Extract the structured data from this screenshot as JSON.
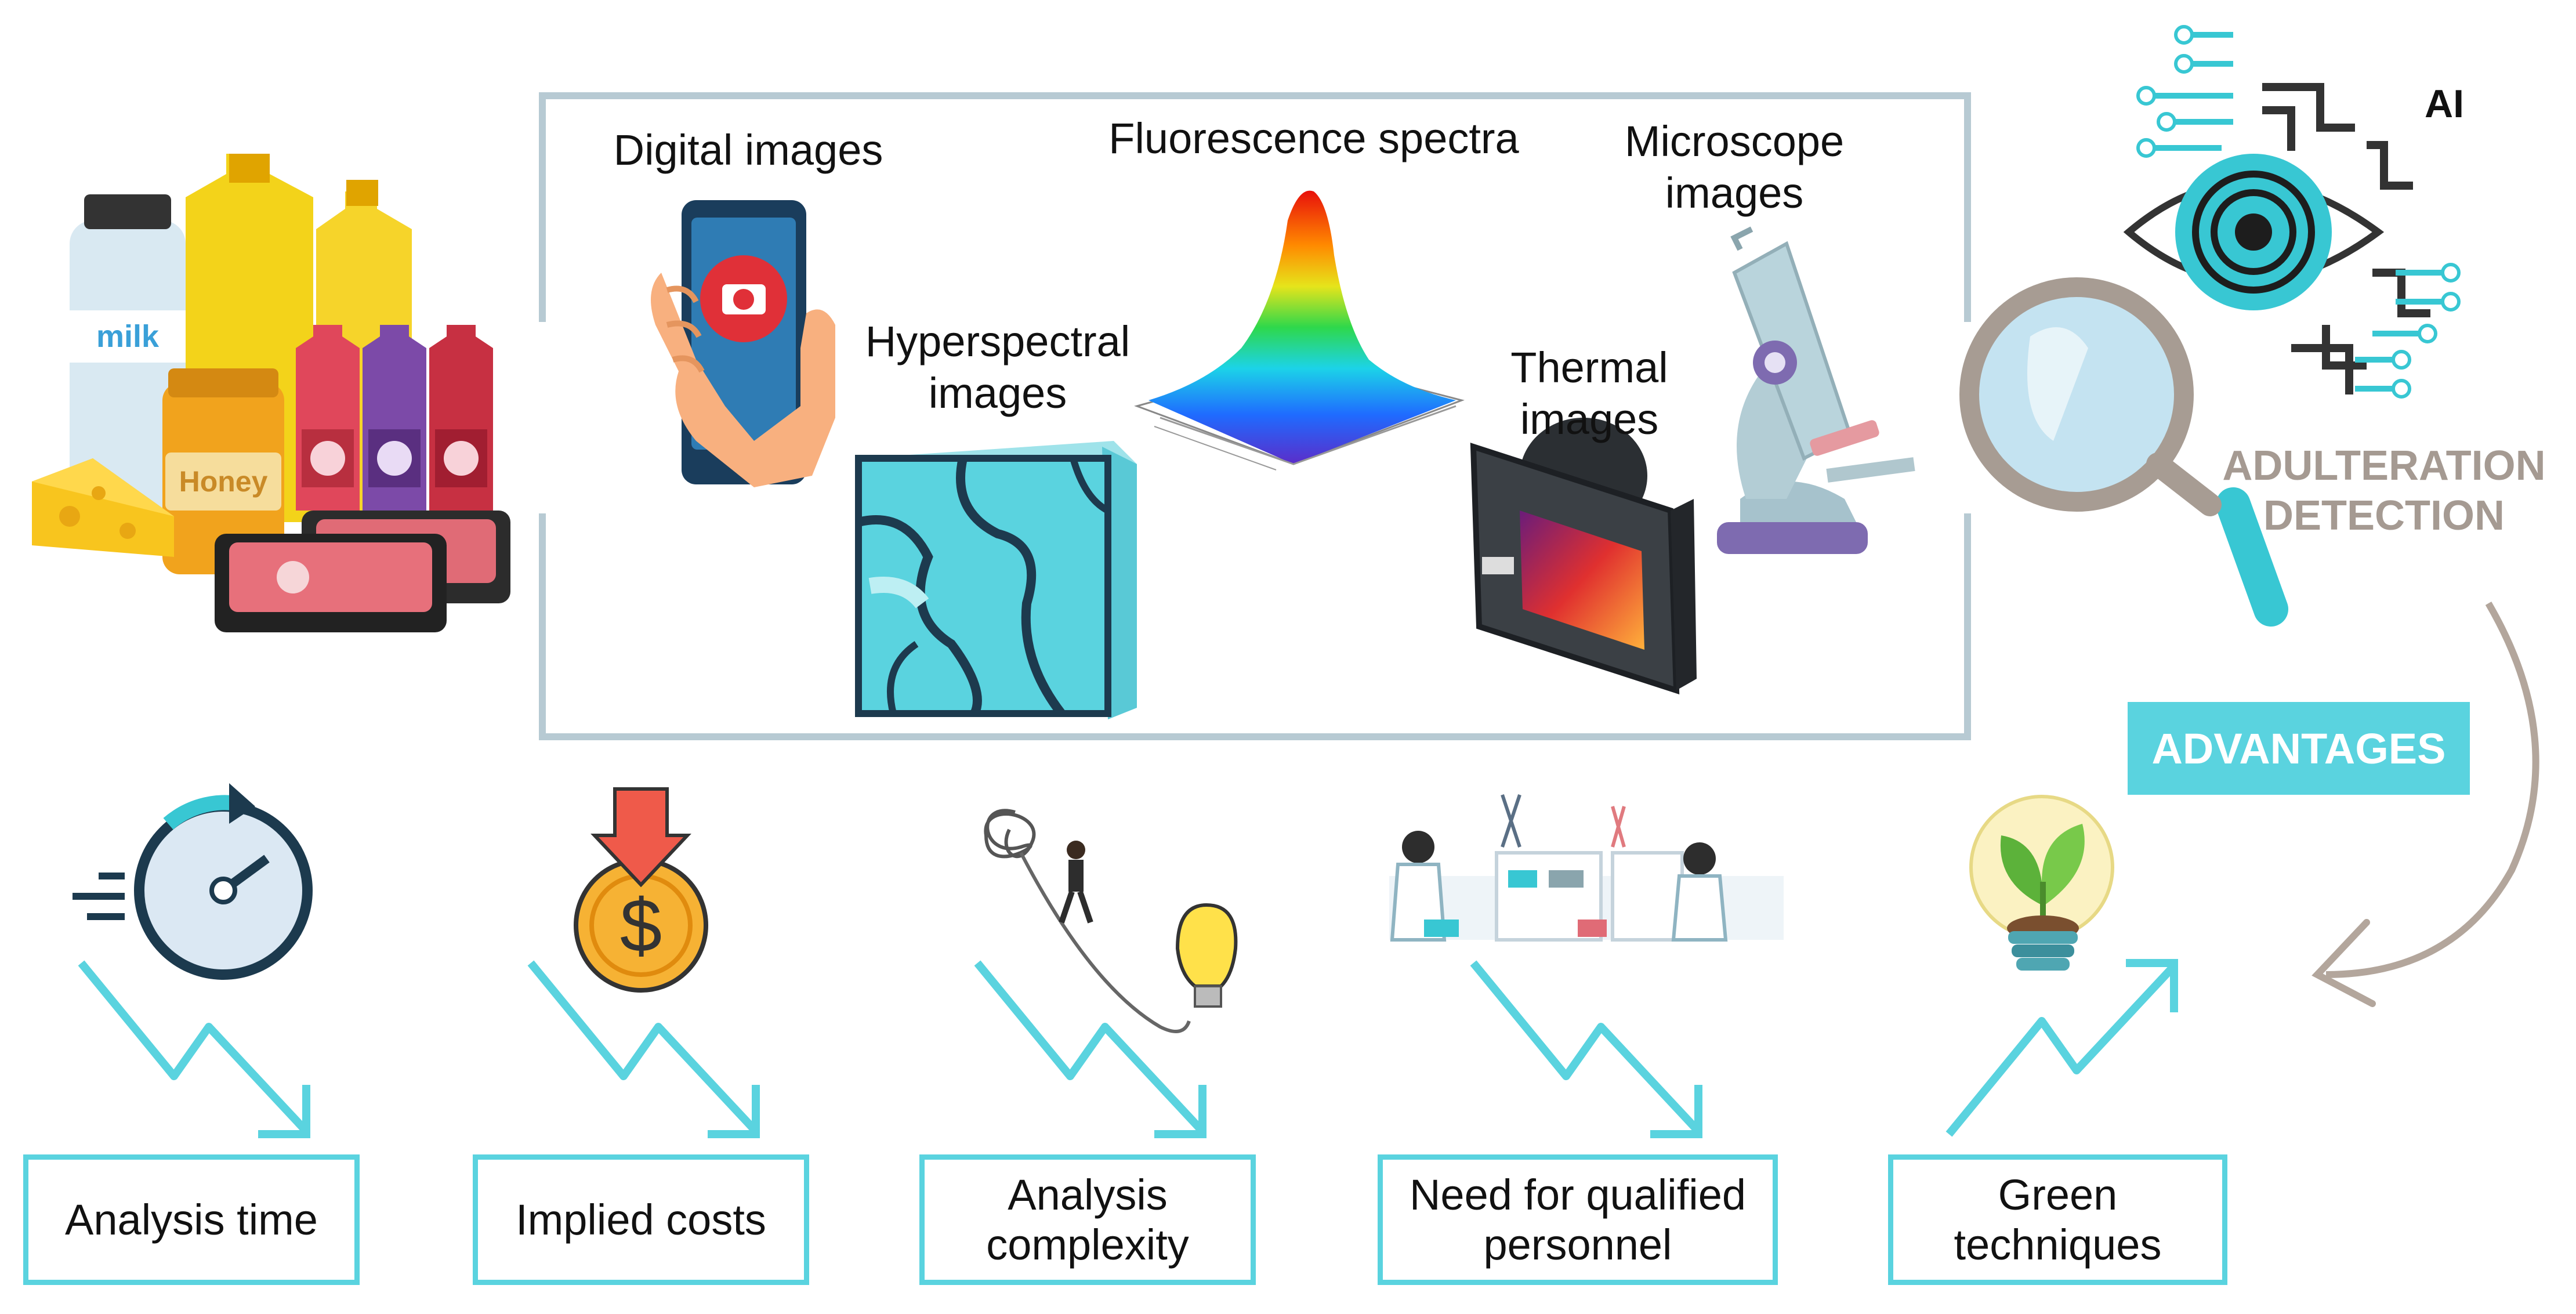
{
  "techniques": {
    "digital": "Digital images",
    "fluorescence": "Fluorescence spectra",
    "microscope": "Microscope\nimages",
    "hyperspectral": "Hyperspectral\nimages",
    "thermal": "Thermal\nimages"
  },
  "foods": {
    "milk": "milk",
    "honey": "Honey"
  },
  "ai": {
    "label": "AI",
    "detection": "ADULTERATION\nDETECTION",
    "advantages": "ADVANTAGES"
  },
  "outcomes": [
    {
      "label": "Analysis time",
      "trend": "down"
    },
    {
      "label": "Implied costs",
      "trend": "down"
    },
    {
      "label": "Analysis\ncomplexity",
      "trend": "down"
    },
    {
      "label": "Need for qualified\npersonnel",
      "trend": "down"
    },
    {
      "label": "Green\ntechniques",
      "trend": "up"
    }
  ],
  "colors": {
    "accent": "#5ad3df",
    "frame": "#b7cad3",
    "muted": "#a59a92"
  }
}
